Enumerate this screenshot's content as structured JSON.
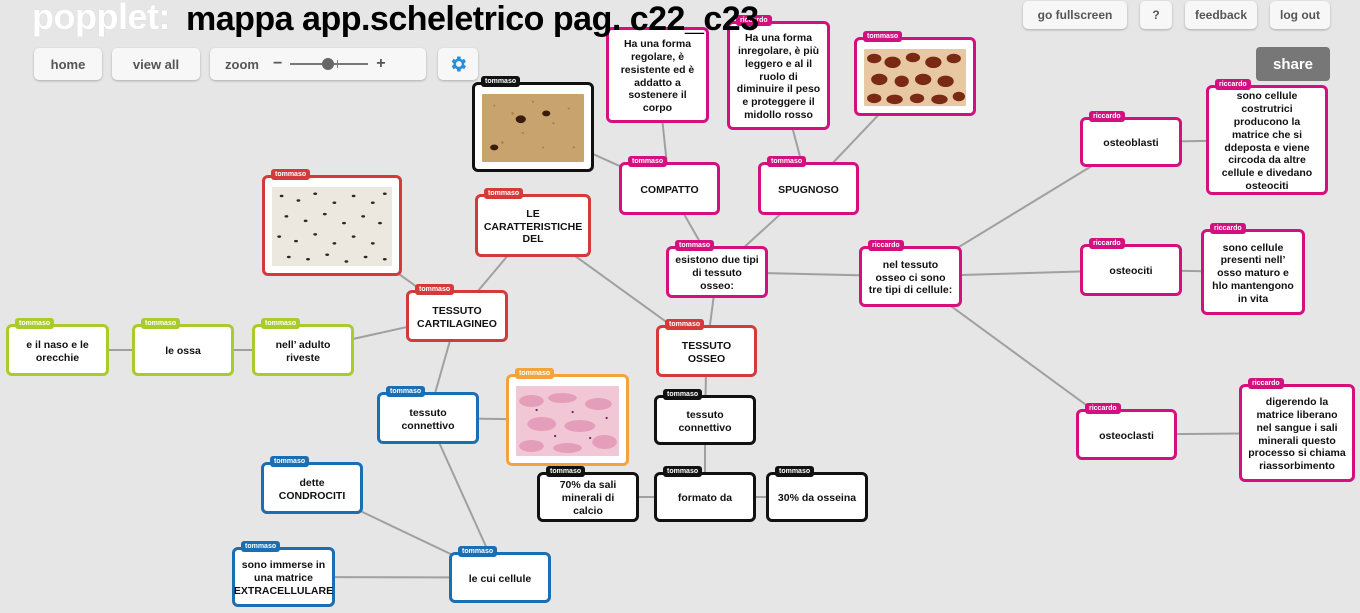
{
  "header": {
    "logo": "popplet",
    "title": "mappa app.scheletrico pag. c22_c23"
  },
  "toolbar": {
    "home": "home",
    "view_all": "view all",
    "zoom_label": "zoom",
    "zoom_minus": "−",
    "zoom_plus": "+",
    "zoom_level": 0.48,
    "settings_icon": "gear-icon"
  },
  "top_right": {
    "go_fullscreen": "go fullscreen",
    "help": "?",
    "feedback": "feedback",
    "log_out": "log out",
    "share": "share"
  },
  "colors": {
    "black": "#111111",
    "red": "#d53a3a",
    "magenta": "#d4107e",
    "lime": "#a9cc2b",
    "blue": "#1a6eb4",
    "orange": "#f2a33a",
    "edge": "#a0a0a0",
    "background": "#e6e6e6"
  },
  "nodes": [
    {
      "id": "img_compatto",
      "author": "tommaso",
      "text": "",
      "color": "black",
      "image": "compact-bone-photo"
    },
    {
      "id": "forma_regolare",
      "author": "",
      "text": "Ha una forma regolare, è resistente  ed è addatto a sostenere il corpo",
      "color": "magenta"
    },
    {
      "id": "forma_inregolare",
      "author": "riccardo",
      "text": "Ha una forma inregolare, è più leggero e al il ruolo di diminuire il peso e proteggere il midollo rosso",
      "color": "magenta"
    },
    {
      "id": "img_spugnoso",
      "author": "tommaso",
      "text": "",
      "color": "magenta",
      "image": "spongy-bone-photo"
    },
    {
      "id": "compatto",
      "author": "tommaso",
      "text": "COMPATTO",
      "color": "magenta"
    },
    {
      "id": "spugnoso",
      "author": "tommaso",
      "text": "SPUGNOSO",
      "color": "magenta"
    },
    {
      "id": "osteoblasti",
      "author": "riccardo",
      "text": "osteoblasti",
      "color": "magenta"
    },
    {
      "id": "cellule_costrutrici",
      "author": "riccardo",
      "text": "sono cellule costrutrici producono la matrice che si ddeposta e viene circoda da altre cellule e divedano osteociti",
      "color": "magenta"
    },
    {
      "id": "img_cartilagine",
      "author": "tommaso",
      "text": "",
      "color": "red",
      "image": "cartilage-photo"
    },
    {
      "id": "caratteristiche",
      "author": "tommaso",
      "text": "LE CARATTERISTICHE DEL",
      "color": "red"
    },
    {
      "id": "due_tipi",
      "author": "tommaso",
      "text": "esistono due tipi di tessuto osseo:",
      "color": "magenta"
    },
    {
      "id": "tre_tipi",
      "author": "riccardo",
      "text": "nel tessuto osseo ci sono tre tipi di cellule:",
      "color": "magenta"
    },
    {
      "id": "osteociti",
      "author": "riccardo",
      "text": "osteociti",
      "color": "magenta"
    },
    {
      "id": "cellule_presenti",
      "author": "riccardo",
      "text": "sono cellule presenti nell’ osso maturo e hlo mantengono in vita",
      "color": "magenta"
    },
    {
      "id": "naso",
      "author": "tommaso",
      "text": "e il naso e le orecchie",
      "color": "lime"
    },
    {
      "id": "le_ossa",
      "author": "tommaso",
      "text": "le ossa",
      "color": "lime"
    },
    {
      "id": "adulto",
      "author": "tommaso",
      "text": "nell’ adulto riveste",
      "color": "lime"
    },
    {
      "id": "cartilagineo",
      "author": "tommaso",
      "text": "TESSUTO CARTILAGINEO",
      "color": "red"
    },
    {
      "id": "osseo",
      "author": "tommaso",
      "text": "TESSUTO OSSEO",
      "color": "red"
    },
    {
      "id": "connettivo_blue",
      "author": "tommaso",
      "text": "tessuto connettivo",
      "color": "blue"
    },
    {
      "id": "img_connettivo",
      "author": "tommaso",
      "text": "",
      "color": "orange",
      "image": "tissue-micrograph-photo"
    },
    {
      "id": "connettivo_black",
      "author": "tommaso",
      "text": "tessuto connettivo",
      "color": "black"
    },
    {
      "id": "osteoclasti",
      "author": "riccardo",
      "text": "osteoclasti",
      "color": "magenta"
    },
    {
      "id": "digerendo",
      "author": "riccardo",
      "text": "digerendo la matrice liberano nel sangue i sali minerali questo processo si chiama riassorbimento",
      "color": "magenta"
    },
    {
      "id": "condrociti",
      "author": "tommaso",
      "text": "dette CONDROCITI",
      "color": "blue"
    },
    {
      "id": "sali",
      "author": "tommaso",
      "text": "70% da sali minerali di calcio",
      "color": "black"
    },
    {
      "id": "formato",
      "author": "tommaso",
      "text": "formato da",
      "color": "black"
    },
    {
      "id": "osseina",
      "author": "tommaso",
      "text": "30% da osseina",
      "color": "black"
    },
    {
      "id": "immerse",
      "author": "tommaso",
      "text": "sono immerse in una matrice EXTRACELLULARE",
      "color": "blue"
    },
    {
      "id": "cui_cellule",
      "author": "tommaso",
      "text": "le cui cellule",
      "color": "blue"
    }
  ],
  "edges": [
    [
      "img_compatto",
      "compatto"
    ],
    [
      "forma_regolare",
      "compatto"
    ],
    [
      "forma_inregolare",
      "spugnoso"
    ],
    [
      "img_spugnoso",
      "spugnoso"
    ],
    [
      "compatto",
      "due_tipi"
    ],
    [
      "spugnoso",
      "due_tipi"
    ],
    [
      "due_tipi",
      "osseo"
    ],
    [
      "due_tipi",
      "tre_tipi"
    ],
    [
      "tre_tipi",
      "osteoblasti"
    ],
    [
      "osteoblasti",
      "cellule_costrutrici"
    ],
    [
      "tre_tipi",
      "osteociti"
    ],
    [
      "osteociti",
      "cellule_presenti"
    ],
    [
      "tre_tipi",
      "osteoclasti"
    ],
    [
      "osteoclasti",
      "digerendo"
    ],
    [
      "caratteristiche",
      "cartilagineo"
    ],
    [
      "caratteristiche",
      "osseo"
    ],
    [
      "img_cartilagine",
      "cartilagineo"
    ],
    [
      "cartilagineo",
      "adulto"
    ],
    [
      "adulto",
      "le_ossa"
    ],
    [
      "le_ossa",
      "naso"
    ],
    [
      "cartilagineo",
      "connettivo_blue"
    ],
    [
      "connettivo_blue",
      "img_connettivo"
    ],
    [
      "connettivo_blue",
      "cui_cellule"
    ],
    [
      "cui_cellule",
      "condrociti"
    ],
    [
      "cui_cellule",
      "immerse"
    ],
    [
      "osseo",
      "connettivo_black"
    ],
    [
      "connettivo_black",
      "formato"
    ],
    [
      "formato",
      "sali"
    ],
    [
      "formato",
      "osseina"
    ]
  ]
}
